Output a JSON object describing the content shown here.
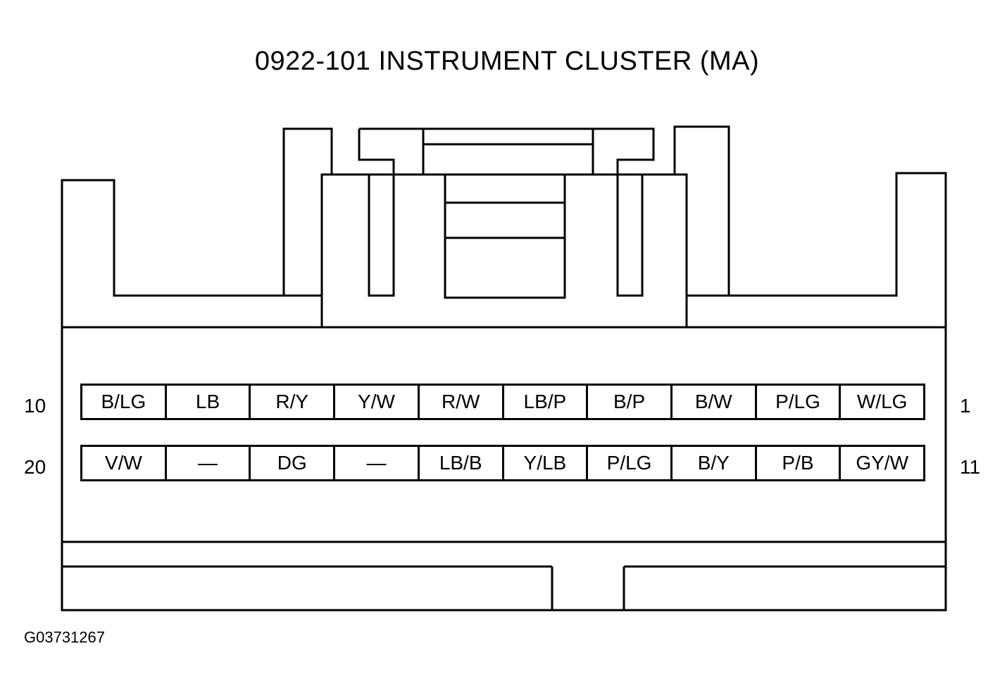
{
  "title": "0922-101 INSTRUMENT CLUSTER (MA)",
  "figure_id": "G03731267",
  "pin_numbers": {
    "top_left": "10",
    "top_right": "1",
    "bottom_left": "20",
    "bottom_right": "11"
  },
  "rows": {
    "top": [
      "B/LG",
      "LB",
      "R/Y",
      "Y/W",
      "R/W",
      "LB/P",
      "B/P",
      "B/W",
      "P/LG",
      "W/LG"
    ],
    "bottom": [
      "V/W",
      "—",
      "DG",
      "—",
      "LB/B",
      "Y/LB",
      "P/LG",
      "B/Y",
      "P/B",
      "GY/W"
    ]
  }
}
